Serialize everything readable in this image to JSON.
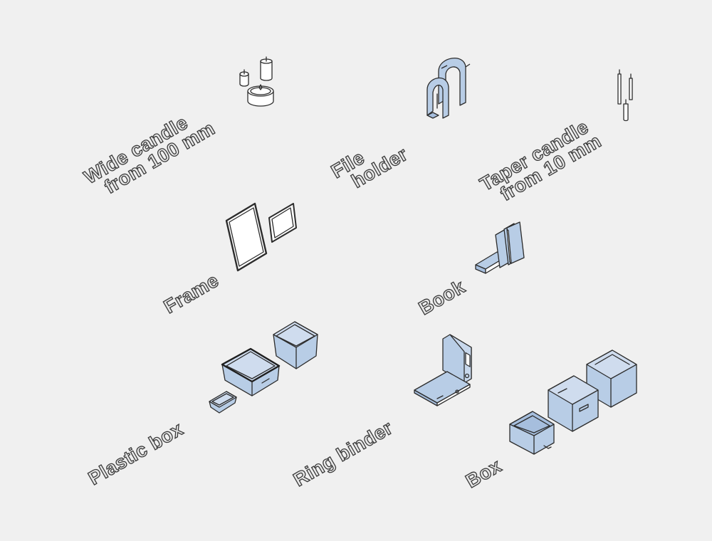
{
  "labels": {
    "wide_candle": [
      "Wide candle",
      "from 100 mm"
    ],
    "file_holder": [
      "File",
      "holder"
    ],
    "taper_candle": [
      "Taper candle",
      "from 10 mm"
    ],
    "frame": [
      "Frame"
    ],
    "book": [
      "Book"
    ],
    "plastic_box": [
      "Plastic box"
    ],
    "ring_binder": [
      "Ring binder"
    ],
    "box": [
      "Box"
    ]
  },
  "colors": {
    "background": "#f0f0f0",
    "object_fill": "#b8cde6",
    "outline": "#2c2c2c"
  }
}
